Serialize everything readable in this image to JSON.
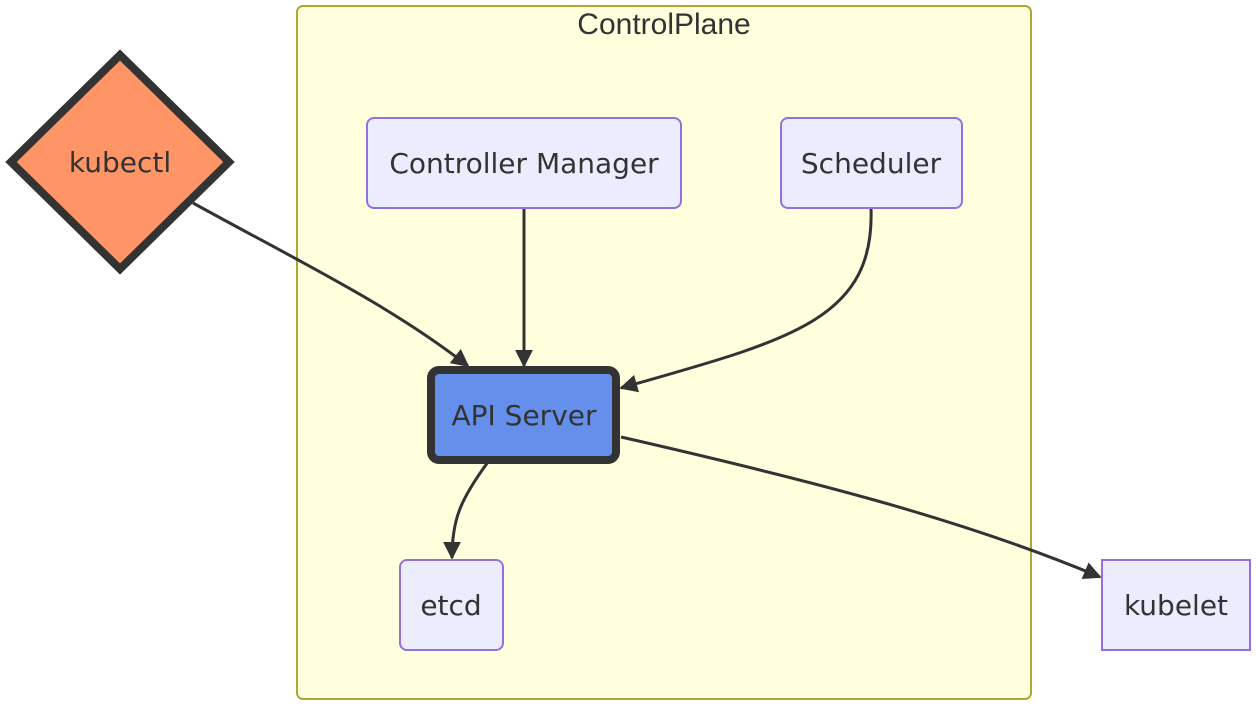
{
  "cluster": {
    "label": "ControlPlane"
  },
  "nodes": {
    "kubectl": "kubectl",
    "controller_manager": "Controller Manager",
    "scheduler": "Scheduler",
    "api_server": "API Server",
    "etcd": "etcd",
    "kubelet": "kubelet"
  },
  "edges": [
    {
      "from": "kubectl",
      "to": "API Server"
    },
    {
      "from": "Controller Manager",
      "to": "API Server"
    },
    {
      "from": "Scheduler",
      "to": "API Server"
    },
    {
      "from": "API Server",
      "to": "etcd"
    },
    {
      "from": "API Server",
      "to": "kubelet"
    }
  ],
  "colors": {
    "cluster_fill": "#ffffde",
    "cluster_stroke": "#aaaa33",
    "node_fill": "#ececff",
    "node_stroke": "#9370db",
    "kubectl_fill": "#ff9566",
    "kubectl_stroke": "#333333",
    "api_server_fill": "#6490ec",
    "api_server_stroke": "#333333",
    "edge": "#333333",
    "text": "#333333"
  }
}
